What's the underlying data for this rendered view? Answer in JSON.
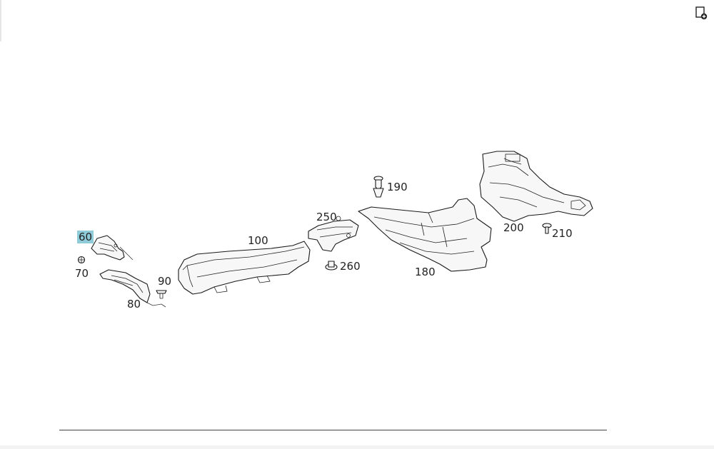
{
  "toolbar": {
    "corner_icon": "add-to-list-icon"
  },
  "callouts": [
    {
      "id": "60",
      "label": "60",
      "highlighted": true
    },
    {
      "id": "70",
      "label": "70",
      "highlighted": false
    },
    {
      "id": "80",
      "label": "80",
      "highlighted": false
    },
    {
      "id": "90",
      "label": "90",
      "highlighted": false
    },
    {
      "id": "100",
      "label": "100",
      "highlighted": false
    },
    {
      "id": "180",
      "label": "180",
      "highlighted": false
    },
    {
      "id": "190",
      "label": "190",
      "highlighted": false
    },
    {
      "id": "200",
      "label": "200",
      "highlighted": false
    },
    {
      "id": "210",
      "label": "210",
      "highlighted": false
    },
    {
      "id": "250",
      "label": "250",
      "highlighted": false
    },
    {
      "id": "260",
      "label": "260",
      "highlighted": false
    }
  ],
  "colors": {
    "highlight": "#8fcbd9",
    "line": "#1a1a1a",
    "part_fill": "#f7f7f7"
  }
}
